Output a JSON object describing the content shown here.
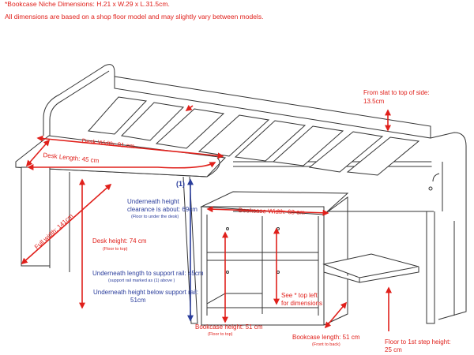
{
  "header": {
    "niche_dimensions": "*Bookcase Niche Dimensions: H.21 x W.29 x L.31.5cm.",
    "shop_floor_note": "All dimensions are based on a shop floor model and may slightly vary between models."
  },
  "labels": {
    "desk_width": "Desk Width: 91 cm",
    "desk_length": "Desk Length: 45 cm",
    "full_width": "Full width: 141cm",
    "desk_height": "Desk height: 74 cm",
    "desk_height_sub": "(Floor to top)",
    "underneath_clearance_1": "Underneath height",
    "underneath_clearance_2": "clearance is about: 69cm",
    "underneath_clearance_sub": "(Floor to under the desk)",
    "support_rail_length": "Underneath length to support rail: 45cm",
    "support_rail_sub": "(support rail marked as (1) above )",
    "below_rail_1": "Underneath height below support rail:",
    "below_rail_2": "51cm",
    "marker_1": "(1)",
    "slat_to_side_1": "From slat to top of side:",
    "slat_to_side_2": "13.5cm",
    "bookcase_width": "Bookcase Width: 63 cm",
    "see_top_left_1": "See * top left",
    "see_top_left_2": "for dimensions",
    "bookcase_height": "Bookcase height: 51 cm",
    "bookcase_height_sub": "(Floor to top)",
    "bookcase_length": "Bookcase length: 51 cm",
    "bookcase_length_sub": "(Front to back)",
    "floor_to_step_1": "Floor to 1st step height:",
    "floor_to_step_2": "25 cm"
  },
  "colors": {
    "dimension_red": "#e0201b",
    "dimension_blue": "#2a3d9c",
    "line_art": "#333333"
  }
}
